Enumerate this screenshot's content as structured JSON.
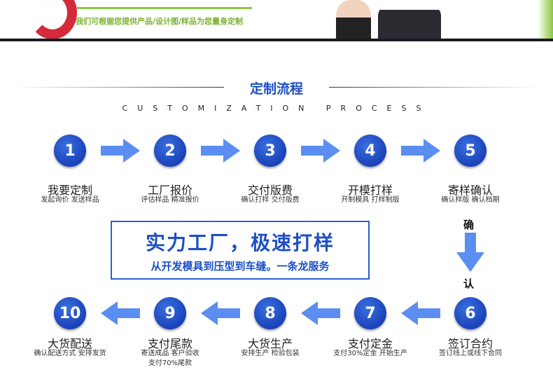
{
  "banner": {
    "tagline": "我们可根据您提供产品/设计图/样品为您量身定制"
  },
  "section": {
    "title": "定制流程",
    "subtitle": "CUSTOMIZATION PROCESS"
  },
  "colors": {
    "accent": "#1d4fc4",
    "arrow": "#5b8ef0",
    "banner_green": "#8cc63f"
  },
  "steps_top": [
    {
      "num": "1",
      "title": "我要定制",
      "desc": "发起询价 发送样品"
    },
    {
      "num": "2",
      "title": "工厂报价",
      "desc": "评估样品 精准报价"
    },
    {
      "num": "3",
      "title": "交付版费",
      "desc": "确认打样 交付版费"
    },
    {
      "num": "4",
      "title": "开模打样",
      "desc": "开制模具 打样制版"
    },
    {
      "num": "5",
      "title": "寄样确认",
      "desc": "确认样版 确认档期"
    }
  ],
  "steps_bottom": [
    {
      "num": "10",
      "title": "大货配送",
      "desc": "确认配送方式 安排发货"
    },
    {
      "num": "9",
      "title": "支付尾款",
      "desc": "寄送成品 客户验收",
      "desc2": "支付70%尾款"
    },
    {
      "num": "8",
      "title": "大货生产",
      "desc": "安排生产 检验包装"
    },
    {
      "num": "7",
      "title": "支付定金",
      "desc": "支付30%定金 开始生产"
    },
    {
      "num": "6",
      "title": "签订合约",
      "desc": "签订线上或线下合同"
    }
  ],
  "slogan": {
    "main": "实力工厂，极速打样",
    "sub": "从开发模具到压型到车缝。一条龙服务"
  },
  "confirm": {
    "top": "确",
    "bottom": "认"
  }
}
